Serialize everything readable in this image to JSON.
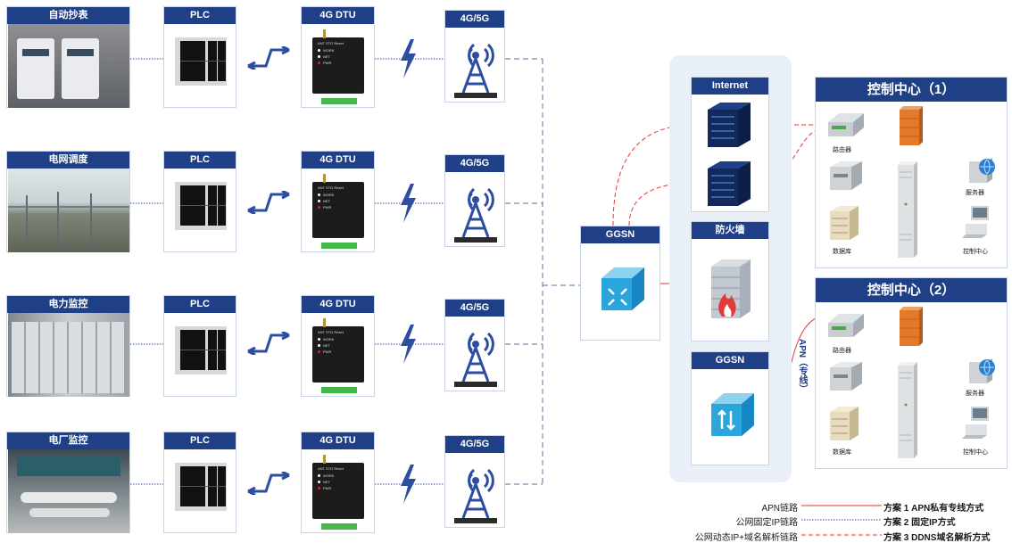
{
  "sites": [
    {
      "label": "自动抄表"
    },
    {
      "label": "电网调度"
    },
    {
      "label": "电力监控"
    },
    {
      "label": "电厂监控"
    }
  ],
  "plc": {
    "label": "PLC"
  },
  "dtu": {
    "label": "4G DTU",
    "front_text": "ANT  STG  Reset",
    "leds": [
      "WORK",
      "NET",
      "PWR"
    ]
  },
  "tower": {
    "label": "4G/5G"
  },
  "ggsn_left": {
    "label": "GGSN"
  },
  "internet": {
    "label": "Internet"
  },
  "firewall": {
    "label": "防火墙"
  },
  "ggsn_mid": {
    "label": "GGSN"
  },
  "apn_line_label": "APN（专线）",
  "control_centers": [
    {
      "title": "控制中心（1）",
      "router": "路由器",
      "server": "服务器",
      "database": "数据库",
      "control": "控制中心"
    },
    {
      "title": "控制中心（2）",
      "router": "路由器",
      "server": "服务器",
      "database": "数据库",
      "control": "控制中心"
    }
  ],
  "legend": [
    {
      "name": "APN链路",
      "scheme": "方案 1 APN私有专线方式",
      "color": "#e23a3a",
      "style": "solid"
    },
    {
      "name": "公网固定IP链路",
      "scheme": "方案 2 固定IP方式",
      "color": "#2d4ea0",
      "style": "dotted"
    },
    {
      "name": "公网动态IP+域名解析链路",
      "scheme": "方案 3 DDNS域名解析方式",
      "color": "#e23a3a",
      "style": "dashed"
    }
  ],
  "colors": {
    "header": "#1f3f86",
    "apn": "#e23a3a",
    "public": "#2d4ea0",
    "pane": "#eaf0f7"
  }
}
